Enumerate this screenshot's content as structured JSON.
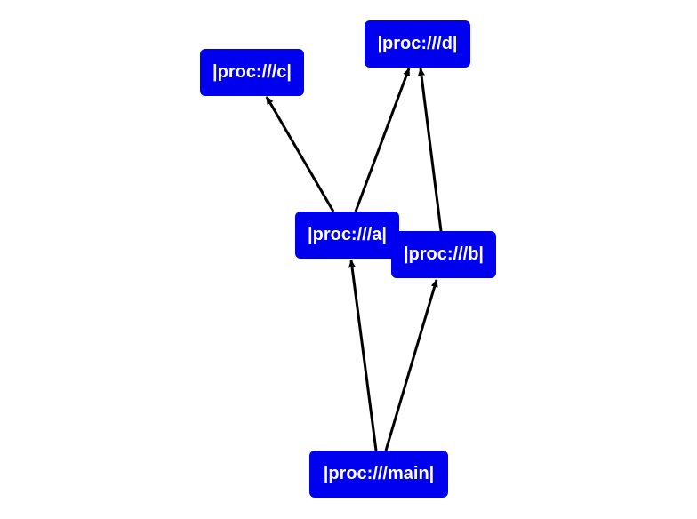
{
  "diagram": {
    "type": "directed-graph",
    "node_color": "#0000f0",
    "edge_color": "#000000",
    "nodes": [
      {
        "id": "main",
        "label": "|proc:///main|"
      },
      {
        "id": "a",
        "label": "|proc:///a|"
      },
      {
        "id": "b",
        "label": "|proc:///b|"
      },
      {
        "id": "c",
        "label": "|proc:///c|"
      },
      {
        "id": "d",
        "label": "|proc:///d|"
      }
    ],
    "edges": [
      {
        "from": "main",
        "to": "a"
      },
      {
        "from": "main",
        "to": "b"
      },
      {
        "from": "a",
        "to": "c"
      },
      {
        "from": "a",
        "to": "d"
      },
      {
        "from": "b",
        "to": "d"
      }
    ]
  }
}
